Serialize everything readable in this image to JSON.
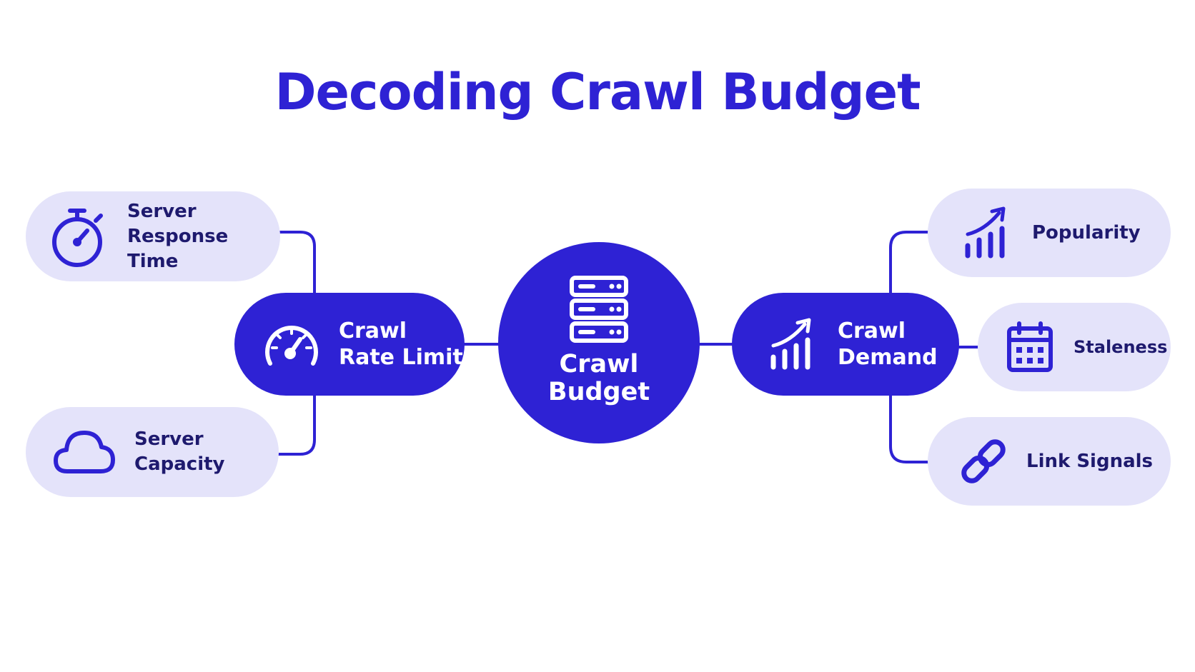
{
  "title": "Decoding Crawl Budget",
  "center": {
    "line1": "Crawl",
    "line2": "Budget",
    "icon": "server-icon"
  },
  "left_hub": {
    "line1": "Crawl",
    "line2": "Rate Limit",
    "icon": "speedometer-icon"
  },
  "right_hub": {
    "line1": "Crawl",
    "line2": "Demand",
    "icon": "growth-chart-icon"
  },
  "left_factors": [
    {
      "line1": "Server",
      "line2": "Response Time",
      "icon": "stopwatch-icon"
    },
    {
      "line1": "Server",
      "line2": "Capacity",
      "icon": "cloud-icon"
    }
  ],
  "right_factors": [
    {
      "label": "Popularity",
      "icon": "growth-chart-icon"
    },
    {
      "label": "Staleness",
      "icon": "calendar-icon"
    },
    {
      "label": "Link Signals",
      "icon": "link-icon"
    }
  ],
  "colors": {
    "primary": "#2e22d4",
    "pill_bg": "#e4e3fa",
    "pill_text": "#1e1a6e",
    "background": "#ffffff"
  }
}
